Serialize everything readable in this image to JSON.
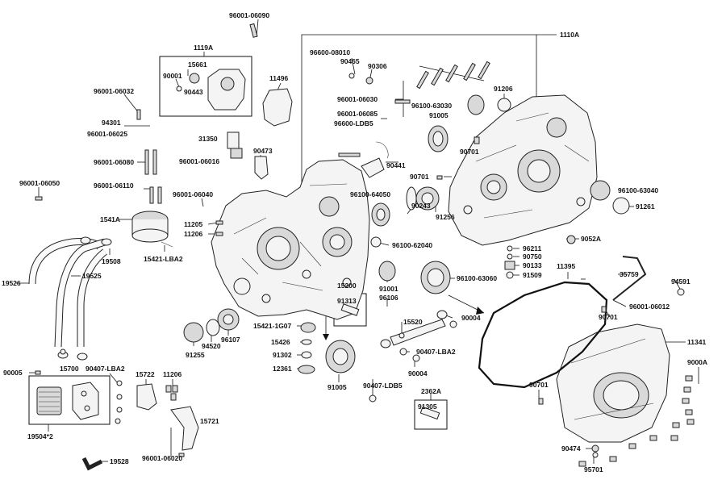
{
  "labels": {
    "l96001_06090": "96001-06090",
    "l1110A": "1110A",
    "l1119A": "1119A",
    "l15661": "15661",
    "l90001": "90001",
    "l90443": "90443",
    "l11496": "11496",
    "l96600_08010": "96600-08010",
    "l90465": "90465",
    "l90306": "90306",
    "l96001_06032": "96001-06032",
    "l94301": "94301",
    "l96001_06025": "96001-06025",
    "l91206": "91206",
    "l96001_06030": "96001-06030",
    "l96100_63030": "96100-63030",
    "l96001_06085": "96001-06085",
    "l96600_LDB5": "96600-LDB5",
    "l91005_top": "91005",
    "l31350": "31350",
    "l90473": "90473",
    "l96001_06016": "96001-06016",
    "l96001_06080": "96001-06080",
    "l90701_a": "90701",
    "l90441": "90441",
    "l96001_06050": "96001-06050",
    "l96001_06110": "96001-06110",
    "l90701_b": "90701",
    "l96001_06040": "96001-06040",
    "l96100_64050": "96100-64050",
    "l96100_63040": "96100-63040",
    "l91256": "91256",
    "l90243": "90243",
    "l91261": "91261",
    "l1541A": "1541A",
    "l11205": "11205",
    "l11206_a": "11206",
    "l9052A": "9052A",
    "l96100_62040": "96100-62040",
    "l96211": "96211",
    "l90750": "90750",
    "l19508": "19508",
    "l15421_LBA2": "15421-LBA2",
    "l11395": "11395",
    "l90133": "90133",
    "l91509": "91509",
    "l35759": "35759",
    "l19526": "19526",
    "l19525": "19525",
    "l15200": "15200",
    "l91001": "91001",
    "l96100_63060": "96100-63060",
    "l94591": "94591",
    "l91313": "91313",
    "l96106": "96106",
    "l96001_06012": "96001-06012",
    "l90701_c": "90701",
    "l90004_a": "90004",
    "l15421_1G07": "15421-1G07",
    "l94520": "94520",
    "l96107": "96107",
    "l15520": "15520",
    "l15426": "15426",
    "l91255": "91255",
    "l11341": "11341",
    "l91302": "91302",
    "l90407_LBA2_mid": "90407-LBA2",
    "l12361": "12361",
    "l90004_b": "90004",
    "l9000A": "9000A",
    "l90005": "90005",
    "l15700": "15700",
    "l90407_LBA2_left": "90407-LBA2",
    "l15722": "15722",
    "l11206_b": "11206",
    "l91005_bot": "91005",
    "l90407_LDB5": "90407-LDB5",
    "l90701_d": "90701",
    "l2362A": "2362A",
    "l15721": "15721",
    "l91305": "91305",
    "l19504_2": "19504*2",
    "l90474": "90474",
    "l19528": "19528",
    "l96001_06020": "96001-06020",
    "l95701": "95701"
  }
}
